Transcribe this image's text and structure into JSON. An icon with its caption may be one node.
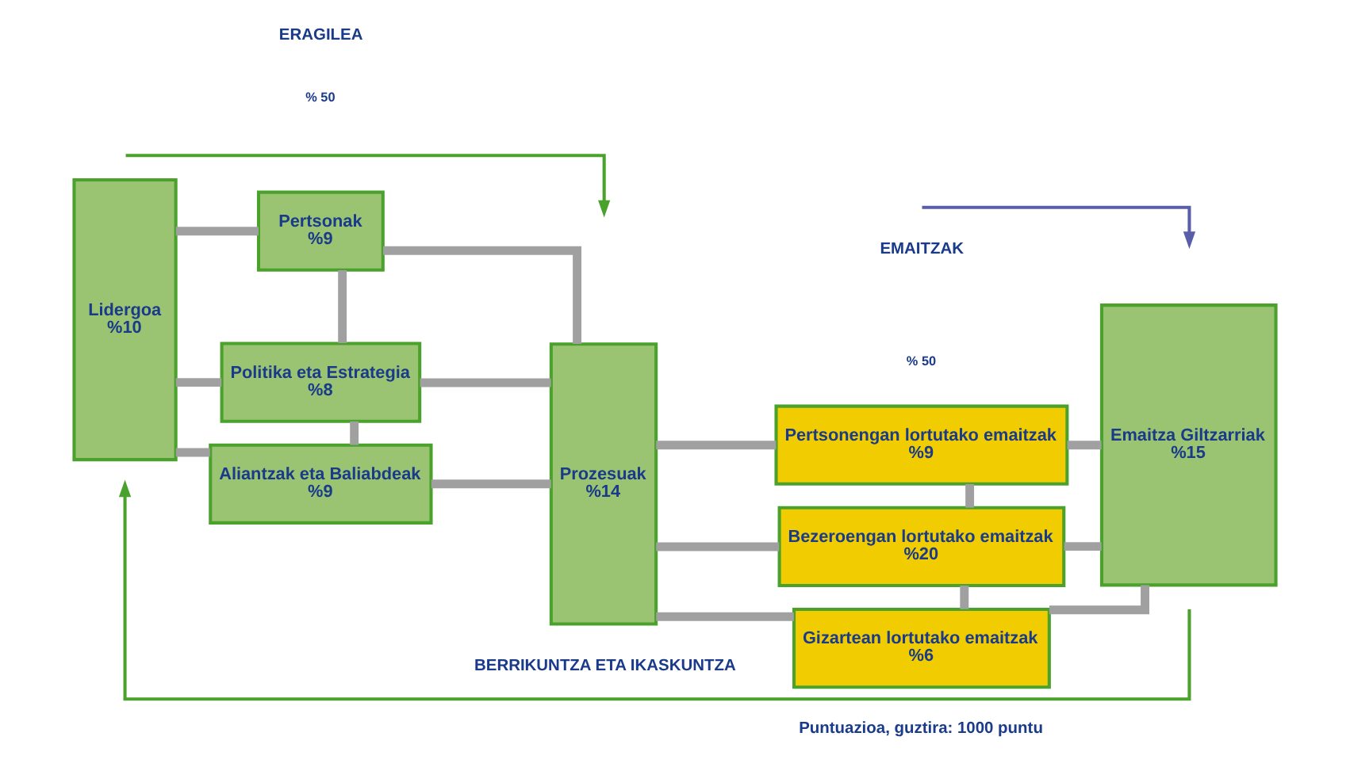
{
  "diagram": {
    "nodes": [
      {
        "text": [
          "Lidergoa",
          "%10"
        ]
      },
      {
        "text": [
          "Pertsonak",
          "%9"
        ]
      },
      {
        "text": [
          "Politika eta Estrategia",
          "%8"
        ]
      },
      {
        "text": [
          "Aliantzak eta Baliabdeak",
          "%9"
        ]
      },
      {
        "text": [
          "Prozesuak",
          "%14"
        ]
      },
      {
        "text": [
          "Pertsonengan lortutako emaitzak",
          "%9"
        ]
      },
      {
        "text": [
          "Bezeroengan lortutako emaitzak",
          "%20"
        ]
      },
      {
        "text": [
          "Gizartean lortutako emaitzak",
          "%6"
        ]
      },
      {
        "text": [
          "Emaitza Giltzarriak",
          "%15"
        ]
      }
    ],
    "edges": [
      {
        "from": 0,
        "to": 1,
        "arrow": "none"
      },
      {
        "from": 0,
        "to": 2,
        "arrow": "none"
      },
      {
        "from": 0,
        "to": 3,
        "arrow": "none"
      },
      {
        "from": 1,
        "to": 2,
        "arrow": "none"
      },
      {
        "from": 2,
        "to": 3,
        "arrow": "none"
      },
      {
        "from": 1,
        "to": 4,
        "arrow": "none"
      },
      {
        "from": 2,
        "to": 4,
        "arrow": "none"
      },
      {
        "from": 3,
        "to": 4,
        "arrow": "none"
      },
      {
        "from": 4,
        "to": 5,
        "arrow": "none"
      },
      {
        "from": 4,
        "to": 6,
        "arrow": "none"
      },
      {
        "from": 4,
        "to": 7,
        "arrow": "none"
      },
      {
        "from": 5,
        "to": 6,
        "arrow": "none"
      },
      {
        "from": 6,
        "to": 7,
        "arrow": "none"
      },
      {
        "from": 5,
        "to": 8,
        "arrow": "none"
      },
      {
        "from": 6,
        "to": 8,
        "arrow": "none"
      },
      {
        "from": 7,
        "to": 8,
        "arrow": "none"
      }
    ],
    "labels": [
      "ERAGILEA",
      "EMAITZAK",
      "% 50",
      "% 50",
      "BERRIKUNTZA ETA IKASKUNTZA",
      "Puntuazioa, guztira: 1000 puntu"
    ]
  }
}
